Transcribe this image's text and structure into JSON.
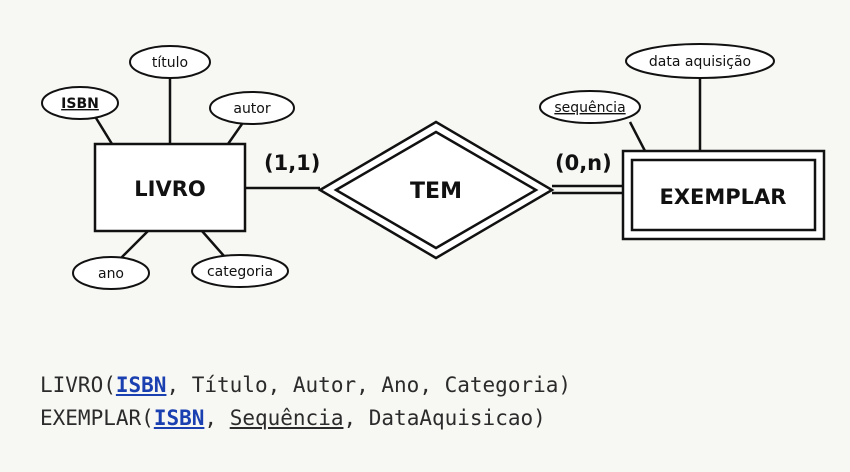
{
  "entities": {
    "livro": "LIVRO",
    "exemplar": "EXEMPLAR"
  },
  "relationship": "TEM",
  "cardinality": {
    "livro": "(1,1)",
    "exemplar": "(0,n)"
  },
  "attributes": {
    "isbn": "ISBN",
    "titulo": "título",
    "autor": "autor",
    "ano": "ano",
    "categoria": "categoria",
    "sequencia": "sequência",
    "data_aquisicao": "data aquisição"
  },
  "schema": {
    "livro": {
      "name": "LIVRO",
      "open": "(",
      "pk": "ISBN",
      "rest": ", Título, Autor, Ano, Categoria)"
    },
    "exemplar": {
      "name": "EXEMPLAR",
      "open": "(",
      "pk": "ISBN",
      "sep": ", ",
      "partial": "Sequência",
      "rest": ", DataAquisicao)"
    }
  },
  "colors": {
    "key_link": "#1a3fb0",
    "stroke": "#111111"
  }
}
